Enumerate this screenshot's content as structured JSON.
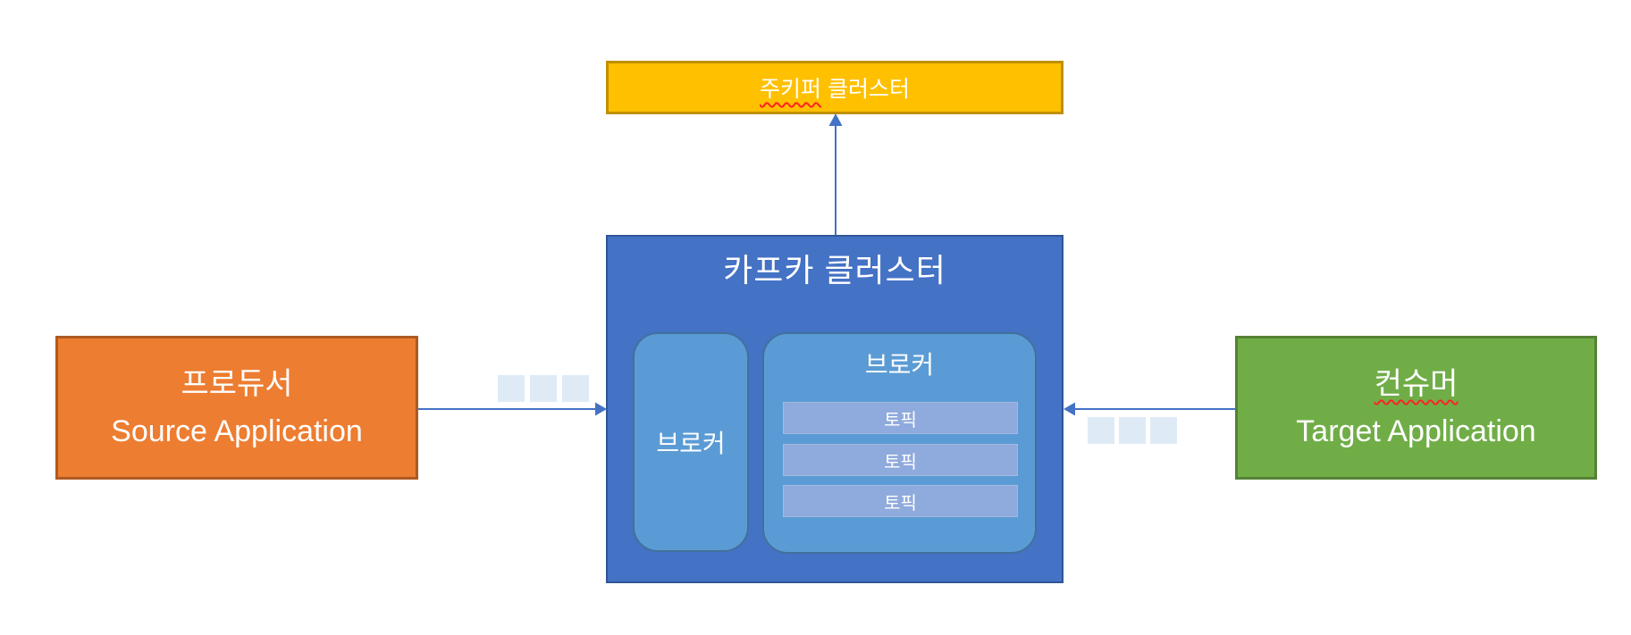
{
  "diagram": {
    "zookeeper": {
      "label_underlined_part": "주키퍼",
      "label_rest": " 클러스터",
      "has_spellcheck_underline": true
    },
    "kafka": {
      "title": "카프카 클러스터",
      "left_broker": {
        "label": "브로커"
      },
      "right_broker": {
        "label": "브로커",
        "topics": [
          {
            "label": "토픽"
          },
          {
            "label": "토픽"
          },
          {
            "label": "토픽"
          }
        ]
      }
    },
    "producer": {
      "title": "프로듀서",
      "subtitle": "Source Application"
    },
    "consumer": {
      "title": "컨슈머",
      "subtitle": "Target Application",
      "has_spellcheck_underline": true
    },
    "arrows": [
      {
        "name": "producer-to-kafka",
        "direction": "right"
      },
      {
        "name": "consumer-to-kafka",
        "direction": "left"
      },
      {
        "name": "kafka-to-zookeeper",
        "direction": "up"
      }
    ],
    "message_squares": {
      "producer_side_count": 3,
      "consumer_side_count": 3
    }
  },
  "colors": {
    "background": "#FFFFFF",
    "zookeeper_fill": "#FFC000",
    "zookeeper_border": "#BF9000",
    "kafka_fill": "#4472C4",
    "kafka_border": "#2F5597",
    "broker_fill": "#5B9BD5",
    "broker_border": "#41719C",
    "topic_fill": "#8FAADC",
    "producer_fill": "#ED7D31",
    "producer_border": "#AE5A21",
    "consumer_fill": "#70AD47",
    "consumer_border": "#548235",
    "arrow": "#4472C4",
    "message_square": "#DEEBF7",
    "text": "#FFFFFF",
    "spellcheck_underline": "#FF2222"
  }
}
